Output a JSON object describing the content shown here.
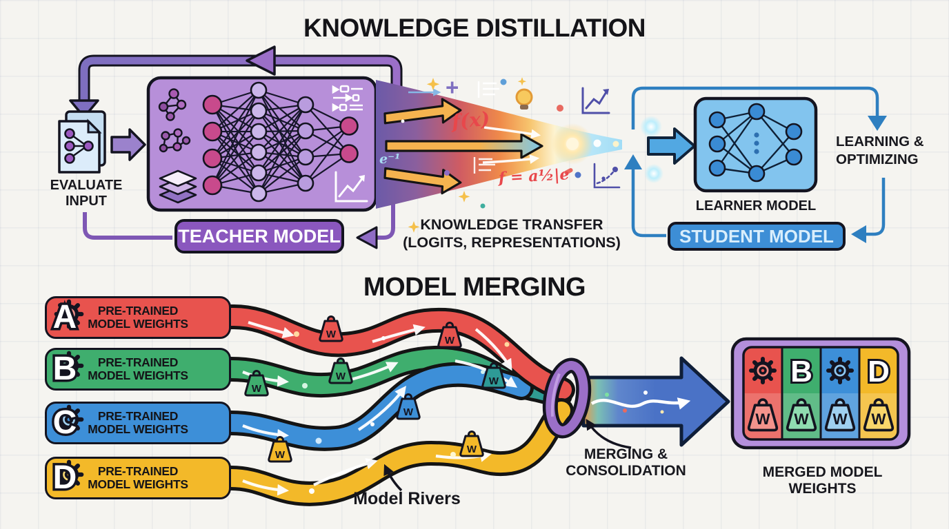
{
  "distillation": {
    "title": "KNOWLEDGE DISTILLATION",
    "input_label_line1": "EVALUATE",
    "input_label_line2": "INPUT",
    "teacher_badge": "TEACHER MODEL",
    "transfer_label_line1": "KNOWLEDGE TRANSFER",
    "transfer_label_line2": "(LOGITS, REPRESENTATIONS)",
    "formula_fx": "f(x)",
    "formula_e": "e⁻¹",
    "formula_f2": "f = a½|e",
    "plus_sign": "+",
    "learner_label": "LEARNER MODEL",
    "student_badge": "STUDENT MODEL",
    "learning_line1": "LEARNING &",
    "learning_line2": "OPTIMIZING"
  },
  "merging": {
    "title": "MODEL MERGING",
    "weight_glyph": "W",
    "models": [
      {
        "letter": "A",
        "line1": "PRE-TRAINED",
        "line2": "MODEL WEIGHTS",
        "color": "#e8534e"
      },
      {
        "letter": "B",
        "line1": "PRE-TRAINED",
        "line2": "MODEL WEIGHTS",
        "color": "#3fae6e"
      },
      {
        "letter": "C",
        "line1": "PRE-TRAINED",
        "line2": "MODEL WEIGHTS",
        "color": "#3d8fd8"
      },
      {
        "letter": "D",
        "line1": "PRE-TRAINED",
        "line2": "MODEL WEIGHTS",
        "color": "#f3b929"
      }
    ],
    "rivers_label": "Model Rivers",
    "merging_label_line1": "MERGING &",
    "merging_label_line2": "CONSOLIDATION",
    "merged_box": {
      "col2_letter": "B",
      "col4_letter": "D",
      "label_line1": "MERGED MODEL",
      "label_line2": "WEIGHTS"
    }
  },
  "colors": {
    "teacher_purple": "#8a57be",
    "teacher_box": "#b78fd9",
    "student_blue": "#3d8ed6",
    "student_box": "#82c4ee",
    "model_a_red": "#e8534e",
    "model_b_green": "#3fae6e",
    "model_c_blue": "#3d8fd8",
    "model_d_yellow": "#f3b929",
    "merge_ring_purple": "#9b6fc8",
    "merged_frame_purple": "#b48fdc",
    "feedback_loop_blue": "#2e7fc0"
  }
}
